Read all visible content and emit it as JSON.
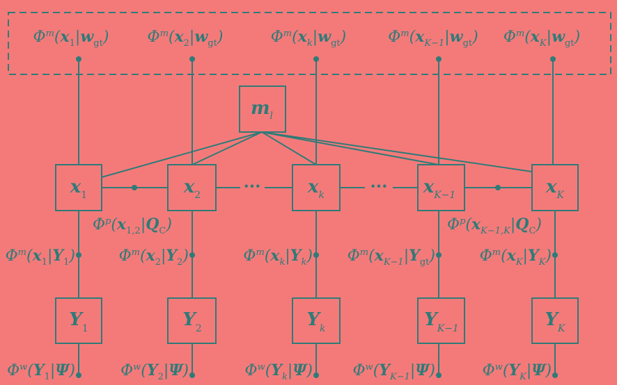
{
  "diagram": {
    "gt_factors": [
      {
        "phi": "Φ",
        "sup": "m",
        "x": "x",
        "sub": "1",
        "w": "w",
        "wsub": "gt"
      },
      {
        "phi": "Φ",
        "sup": "m",
        "x": "x",
        "sub": "2",
        "w": "w",
        "wsub": "gt"
      },
      {
        "phi": "Φ",
        "sup": "m",
        "x": "x",
        "sub": "k",
        "w": "w",
        "wsub": "gt"
      },
      {
        "phi": "Φ",
        "sup": "m",
        "x": "x",
        "sub": "K−1",
        "w": "w",
        "wsub": "gt"
      },
      {
        "phi": "Φ",
        "sup": "m",
        "x": "x",
        "sub": "K",
        "w": "w",
        "wsub": "gt"
      }
    ],
    "center_node": {
      "main": "m",
      "sub": "l"
    },
    "x_nodes": [
      {
        "main": "x",
        "sub": "1"
      },
      {
        "main": "x",
        "sub": "2"
      },
      {
        "main": "x",
        "sub": "k"
      },
      {
        "main": "x",
        "sub": "K−1"
      },
      {
        "main": "x",
        "sub": "K"
      }
    ],
    "ellipsis": "···",
    "pair_factors": [
      {
        "phi": "Φ",
        "sup": "p",
        "x": "x",
        "sub": "1,2",
        "q": "Q",
        "qsub": "C"
      },
      {
        "phi": "Φ",
        "sup": "p",
        "x": "x",
        "sub": "K−1,K",
        "q": "Q",
        "qsub": "C"
      }
    ],
    "meas_factors": [
      {
        "phi": "Φ",
        "sup": "m",
        "x": "x",
        "sub": "1",
        "t": "Υ",
        "tsub": "1"
      },
      {
        "phi": "Φ",
        "sup": "m",
        "x": "x",
        "sub": "2",
        "t": "Υ",
        "tsub": "2"
      },
      {
        "phi": "Φ",
        "sup": "m",
        "x": "x",
        "sub": "k",
        "t": "Υ",
        "tsub": "k"
      },
      {
        "phi": "Φ",
        "sup": "m",
        "x": "x",
        "sub": "K−1",
        "t": "Υ",
        "tsub": "gt"
      },
      {
        "phi": "Φ",
        "sup": "m",
        "x": "x",
        "sub": "K",
        "t": "Υ",
        "tsub": "K"
      }
    ],
    "t_nodes": [
      {
        "main": "Υ",
        "sub": "1"
      },
      {
        "main": "Υ",
        "sub": "2"
      },
      {
        "main": "Υ",
        "sub": "k"
      },
      {
        "main": "Υ",
        "sub": "K−1"
      },
      {
        "main": "Υ",
        "sub": "K"
      }
    ],
    "w_factors": [
      {
        "phi": "Φ",
        "sup": "w",
        "t": "Υ",
        "sub": "1",
        "psi": "Ψ"
      },
      {
        "phi": "Φ",
        "sup": "w",
        "t": "Υ",
        "sub": "2",
        "psi": "Ψ"
      },
      {
        "phi": "Φ",
        "sup": "w",
        "t": "Υ",
        "sub": "k",
        "psi": "Ψ"
      },
      {
        "phi": "Φ",
        "sup": "w",
        "t": "Υ",
        "sub": "K−1",
        "psi": "Ψ"
      },
      {
        "phi": "Φ",
        "sup": "w",
        "t": "Υ",
        "sub": "K",
        "psi": "Ψ"
      }
    ],
    "colors": {
      "background": "#f47a7a",
      "stroke": "#2e7b78"
    }
  }
}
